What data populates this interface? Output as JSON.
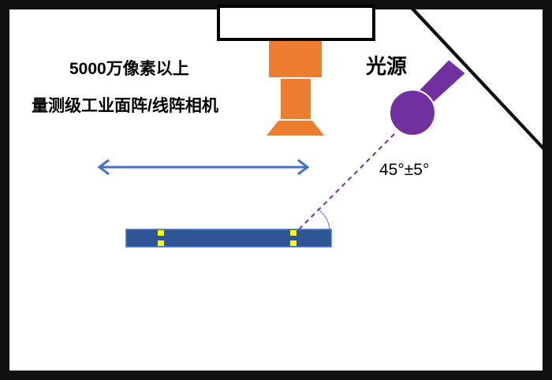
{
  "labels": {
    "resolution": "5000万像素以上",
    "camera_type": "量测级工业面阵/线阵相机",
    "light_source": "光源",
    "angle": "45°±5°"
  },
  "colors": {
    "frame": "#111111",
    "camera_body": "#ed7d31",
    "light": "#7030a0",
    "arrow": "#4472c4",
    "sample": "#2f5597",
    "marker": "#ffff00"
  }
}
